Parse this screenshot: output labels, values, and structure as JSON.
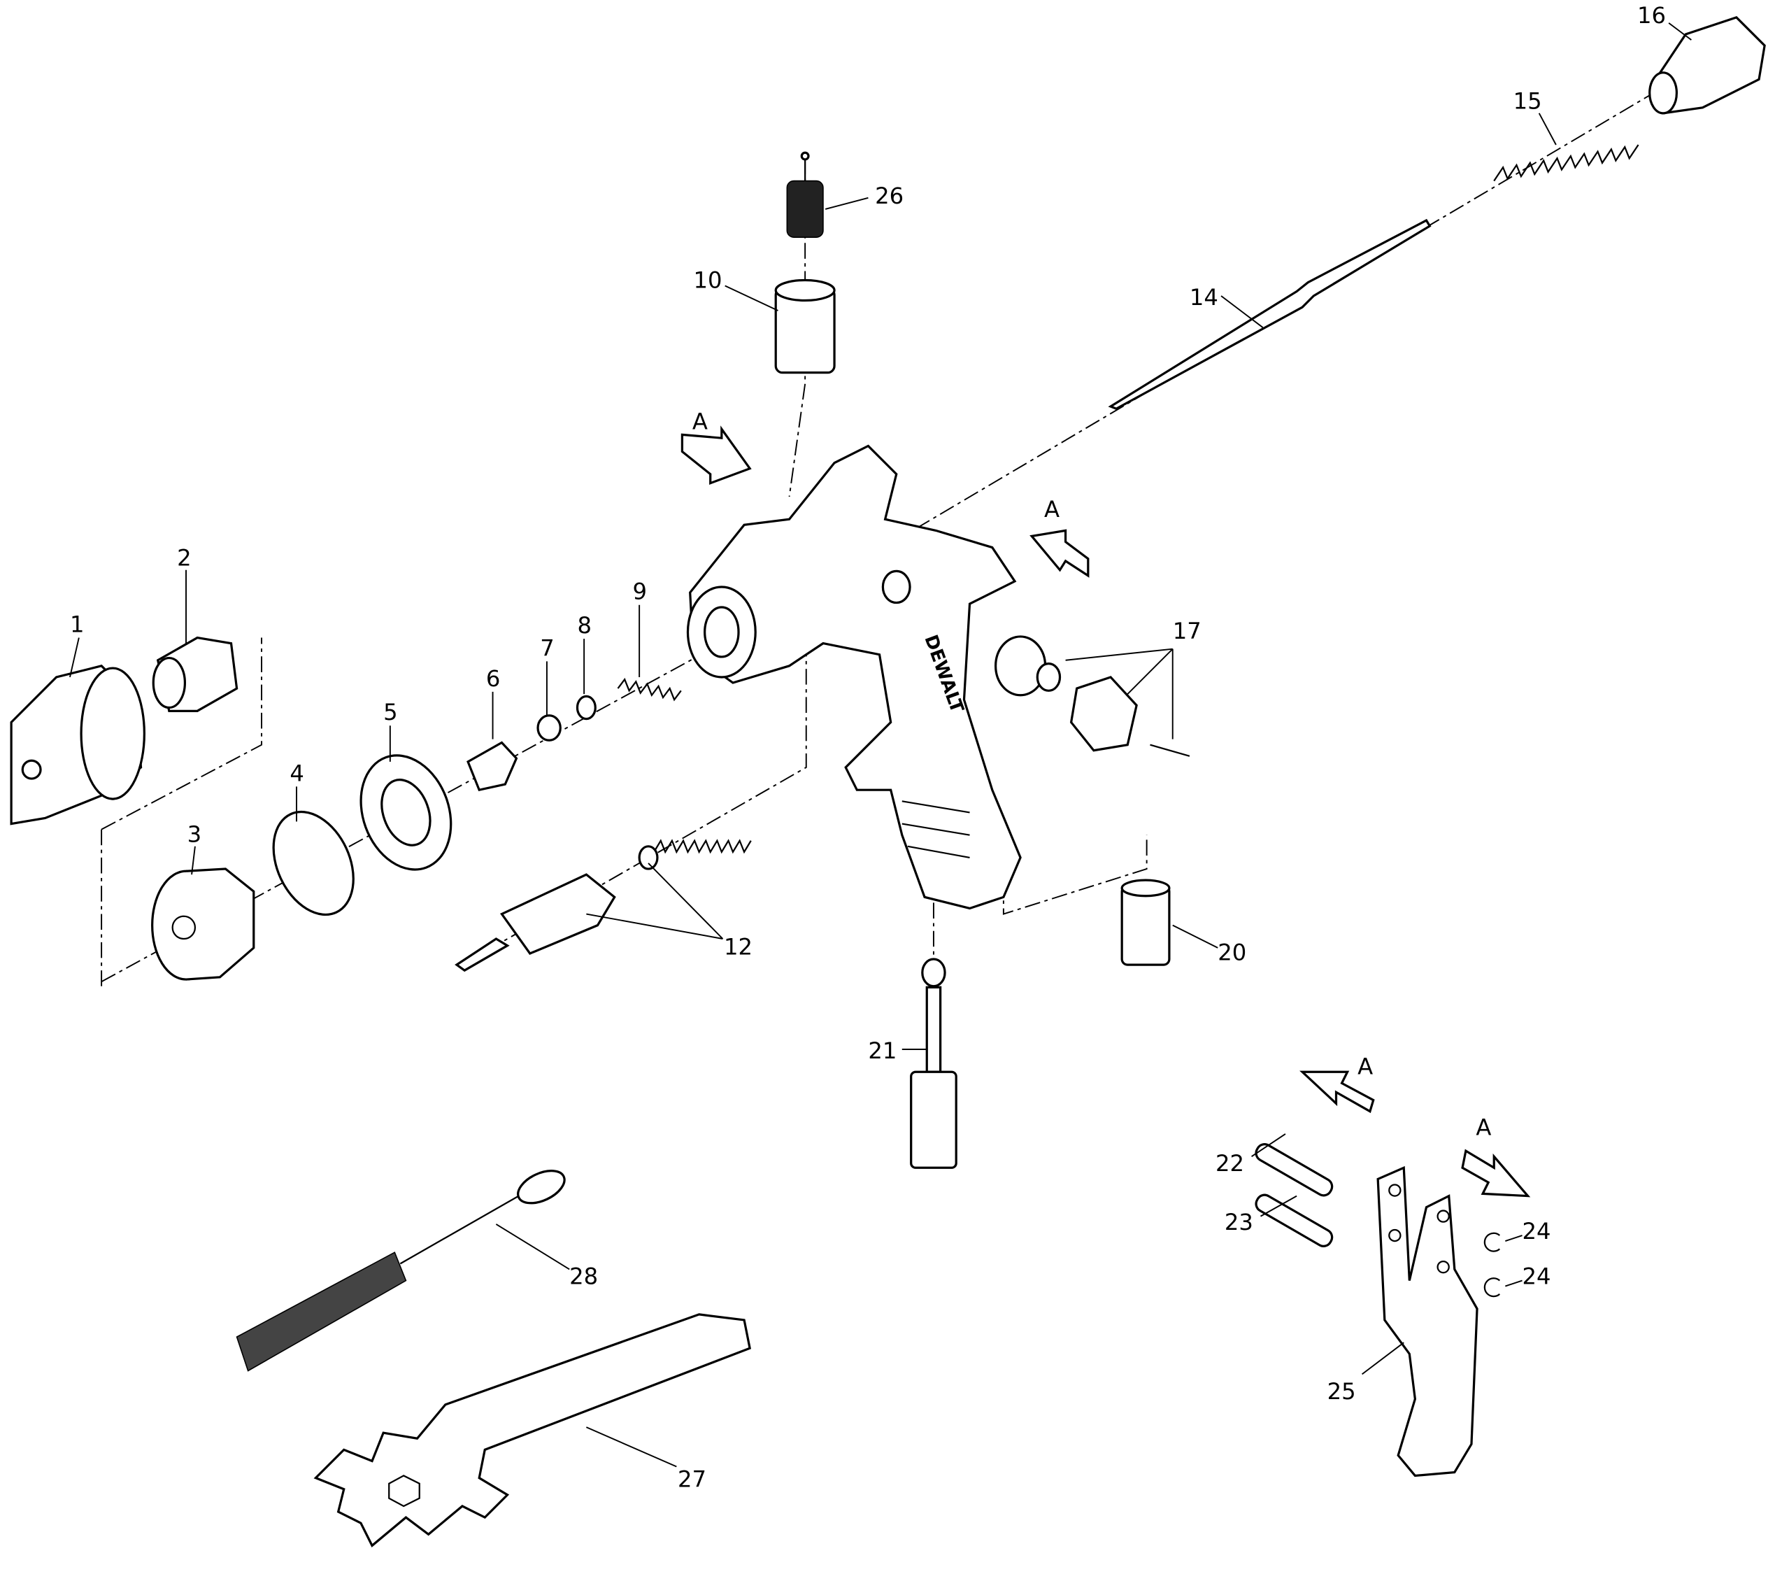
{
  "diagram": {
    "title": "Spray gun exploded parts view",
    "brand_logo": "DEWALT",
    "section_marker": "A",
    "callouts": [
      {
        "id": "1",
        "text": "1"
      },
      {
        "id": "2",
        "text": "2"
      },
      {
        "id": "3",
        "text": "3"
      },
      {
        "id": "4",
        "text": "4"
      },
      {
        "id": "5",
        "text": "5"
      },
      {
        "id": "6",
        "text": "6"
      },
      {
        "id": "7",
        "text": "7"
      },
      {
        "id": "8",
        "text": "8"
      },
      {
        "id": "9",
        "text": "9"
      },
      {
        "id": "10",
        "text": "10"
      },
      {
        "id": "12",
        "text": "12"
      },
      {
        "id": "14",
        "text": "14"
      },
      {
        "id": "15",
        "text": "15"
      },
      {
        "id": "16",
        "text": "16"
      },
      {
        "id": "17",
        "text": "17"
      },
      {
        "id": "20",
        "text": "20"
      },
      {
        "id": "21",
        "text": "21"
      },
      {
        "id": "22",
        "text": "22"
      },
      {
        "id": "23",
        "text": "23"
      },
      {
        "id": "24a",
        "text": "24"
      },
      {
        "id": "24b",
        "text": "24"
      },
      {
        "id": "25",
        "text": "25"
      },
      {
        "id": "26",
        "text": "26"
      },
      {
        "id": "27",
        "text": "27"
      },
      {
        "id": "28",
        "text": "28"
      }
    ]
  }
}
